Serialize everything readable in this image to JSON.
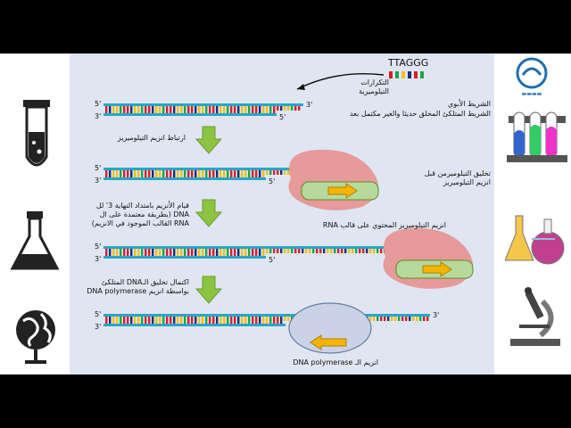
{
  "title_sequence": "TTAGGG",
  "labels": {
    "telomeric_repeats": "التكرارات التيلوميرية",
    "parent_strand": "الشريط الأبوي",
    "daughter_strand": "الشريط المتلكئ المخلق حديثا  والغير مكتمل بعد",
    "step1": "ارتباط انزيم التيلوميريز",
    "synthesis_before": "تخليق التيلوميرمن قبل\nانزيم التيلوميريز",
    "telomerase_rna": "انزيم التيلوميريز المحتوي على قالب RNA",
    "step2": "قيام الأنزيم بامتداد النهاية 3' لل\nDNA (بطريقة معتمدة على ال\nRNA القالب الموجود في الانزيم)",
    "step3": "اكتمال تخليق الـDNA المتلكئ\nبواسطة انزيم DNA polymerase",
    "dna_polymerase": "انزيم الـ DNA polymerase"
  },
  "strand_ends": {
    "five_prime": "5'",
    "three_prime": "3'"
  },
  "colors": {
    "backbone": "#2aa5c8",
    "base_red": "#d6202a",
    "base_green": "#1fa34a",
    "base_yellow": "#f2c01c",
    "base_navy": "#1d2f6f",
    "arrow": "#8cc341",
    "enzyme": "#e69a9a",
    "polymerase": "#c9d2e6"
  },
  "icons": [
    "test-tube-icon",
    "flask-icon",
    "globe-icon",
    "test-tubes-rack-icon",
    "flasks-icon",
    "microscope-icon",
    "logo-icon"
  ]
}
